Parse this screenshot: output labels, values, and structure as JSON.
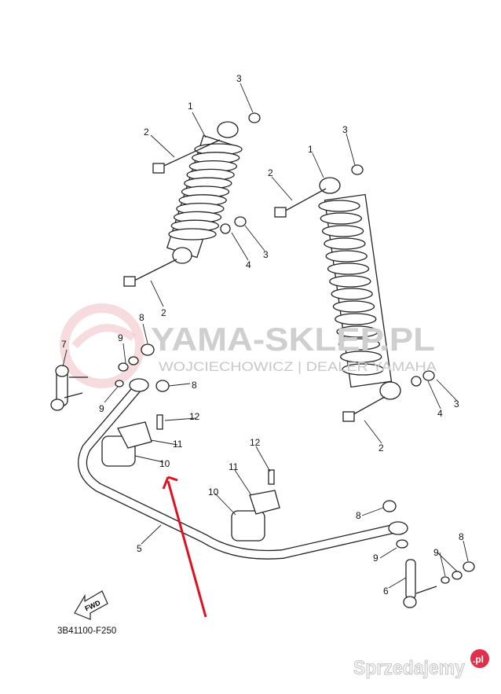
{
  "watermark": {
    "title": "YAMA-SKLEP.PL",
    "subtitle": "WOJCIECHOWICZ | DEALER YAMAHA",
    "logo_color": "#e8a0a8"
  },
  "diagram": {
    "code": "3B41100-F250",
    "fwd_label": "FWD",
    "labels": [
      "3",
      "1",
      "2",
      "4",
      "3",
      "2",
      "3",
      "1",
      "2",
      "8",
      "9",
      "7",
      "8",
      "9",
      "12",
      "11",
      "10",
      "12",
      "11",
      "10",
      "5",
      "4",
      "3",
      "2",
      "8",
      "9",
      "6",
      "9",
      "8"
    ]
  },
  "annotation": {
    "arrow_color": "#e01020"
  },
  "site_logo": {
    "text": "Sprzedajemy",
    "badge": ".pl",
    "badge_color": "#e0304a"
  }
}
